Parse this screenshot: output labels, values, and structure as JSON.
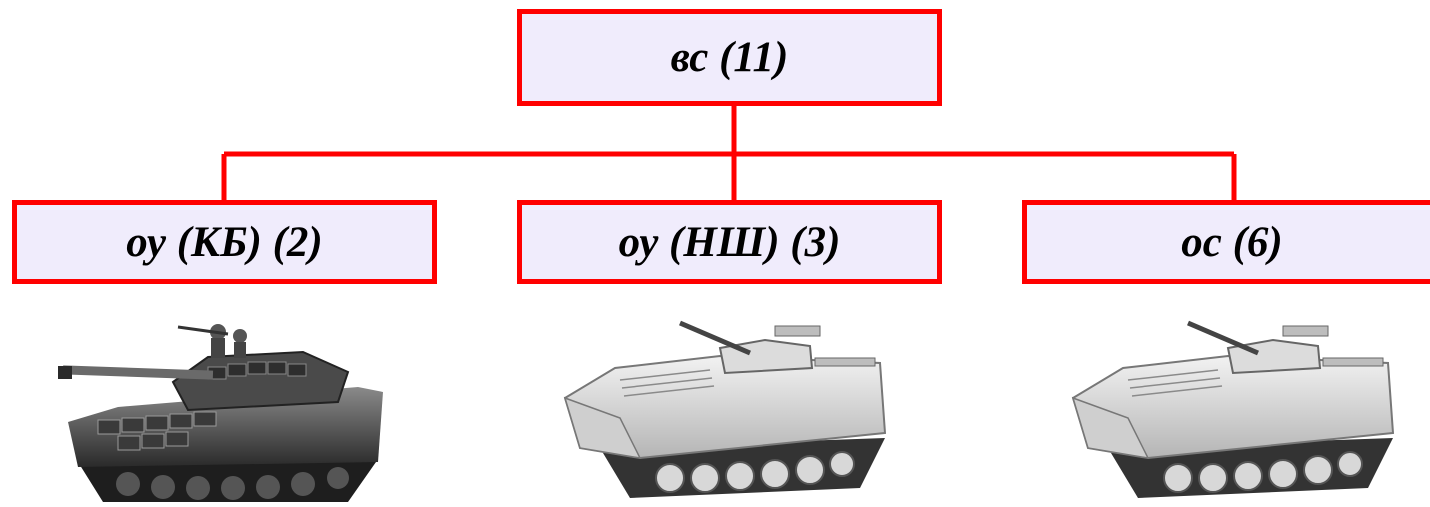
{
  "diagram": {
    "root": {
      "label": "вс (11)"
    },
    "children": [
      {
        "label": "оу (КБ) (2)",
        "vehicle": "tank-icon"
      },
      {
        "label": "оу (НШ) (3)",
        "vehicle": "infantry-fighting-vehicle-icon"
      },
      {
        "label": "ос (6)",
        "vehicle": "infantry-fighting-vehicle-icon"
      }
    ],
    "colors": {
      "border": "#ff0000",
      "box_fill": "#f0ecfc",
      "connector": "#ff0000",
      "text": "#000000"
    }
  }
}
